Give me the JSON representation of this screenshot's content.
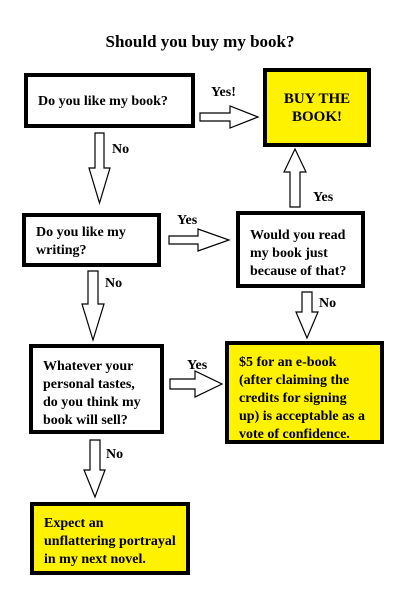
{
  "title": "Should you buy my book?",
  "boxes": {
    "q1": "Do you like my book?",
    "buy": "BUY THE BOOK!",
    "q2": "Do you like my writing?",
    "q3": "Would you read my book just because of that?",
    "q4": "Whatever your personal tastes, do you think my book will sell?",
    "ebook": "$5 for an e-book (after claiming the credits for signing up) is acceptable as a vote of confidence.",
    "novel": "Expect an unflattering portrayal in my next novel."
  },
  "labels": {
    "yes1": "Yes!",
    "no1": "No",
    "yes_up": "Yes",
    "yes2": "Yes",
    "no_q3": "No",
    "no2": "No",
    "yes3": "Yes",
    "no3": "No"
  },
  "colors": {
    "highlight": "#fff200",
    "border": "#000000"
  }
}
